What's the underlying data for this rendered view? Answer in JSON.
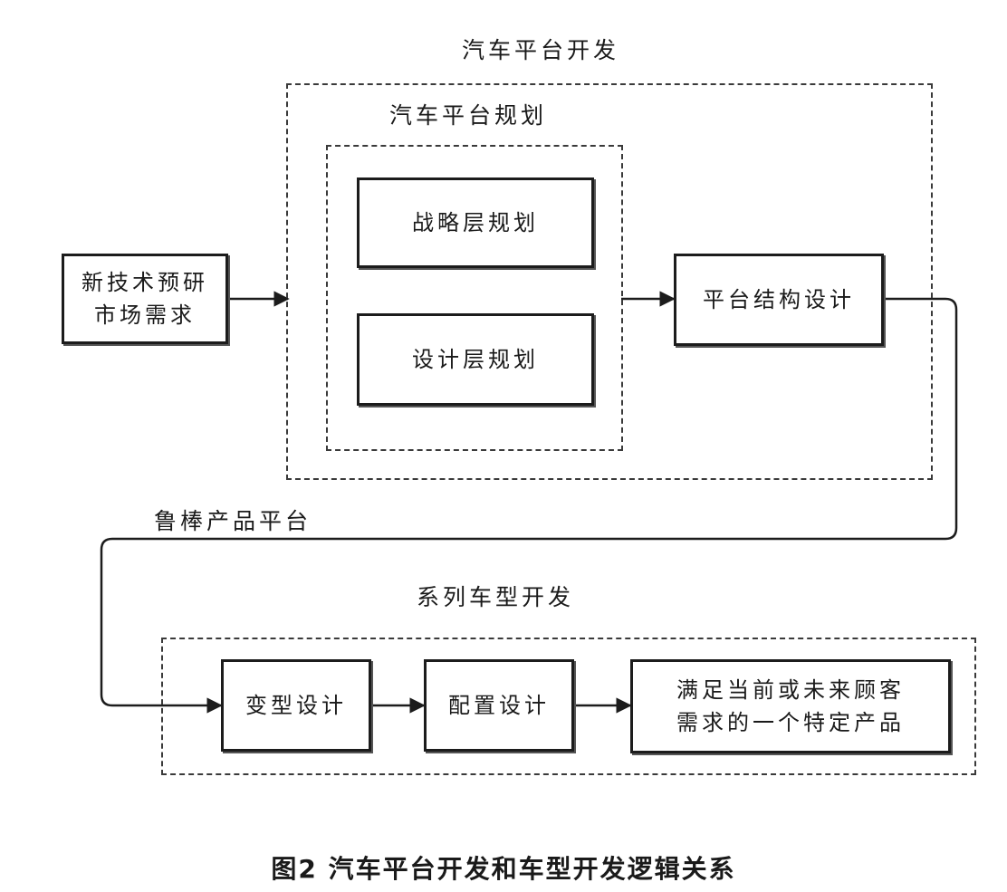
{
  "labels": {
    "platform_dev": "汽车平台开发",
    "platform_plan": "汽车平台规划",
    "robust_platform": "鲁棒产品平台",
    "series_dev": "系列车型开发"
  },
  "boxes": {
    "input_line1": "新技术预研",
    "input_line2": "市场需求",
    "strategy_plan": "战略层规划",
    "design_plan": "设计层规划",
    "platform_structure": "平台结构设计",
    "variant_design": "变型设计",
    "config_design": "配置设计",
    "product_line1": "满足当前或未来顾客",
    "product_line2": "需求的一个特定产品"
  },
  "caption": "图2 汽车平台开发和车型开发逻辑关系"
}
